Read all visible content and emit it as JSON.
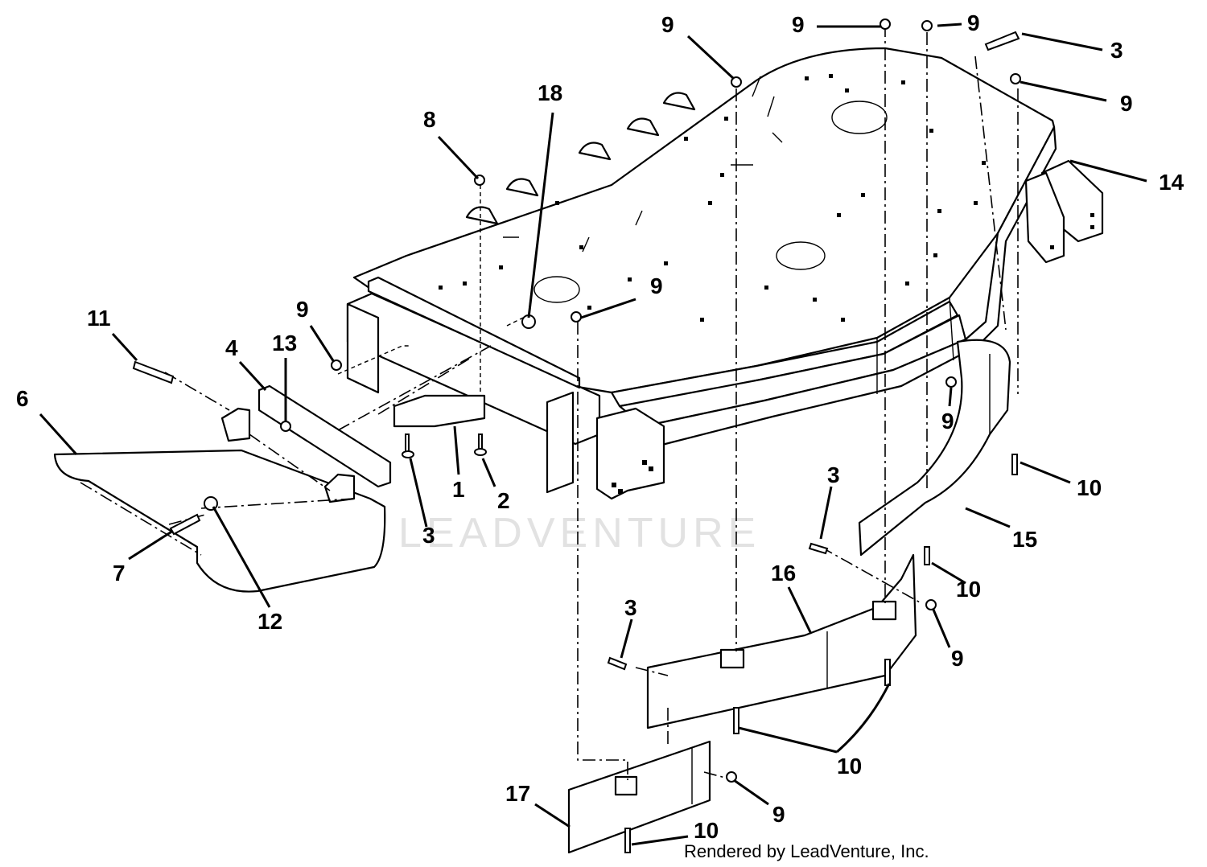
{
  "watermark": "LEADVENTURE",
  "credit": "Rendered by LeadVenture, Inc.",
  "callouts": [
    {
      "id": "c9a",
      "label": "9"
    },
    {
      "id": "c9b",
      "label": "9"
    },
    {
      "id": "c9c",
      "label": "9"
    },
    {
      "id": "c3a",
      "label": "3"
    },
    {
      "id": "c9d",
      "label": "9"
    },
    {
      "id": "c14",
      "label": "14"
    },
    {
      "id": "c18",
      "label": "18"
    },
    {
      "id": "c8",
      "label": "8"
    },
    {
      "id": "c9e",
      "label": "9"
    },
    {
      "id": "c9f",
      "label": "9"
    },
    {
      "id": "c11",
      "label": "11"
    },
    {
      "id": "c4",
      "label": "4"
    },
    {
      "id": "c13",
      "label": "13"
    },
    {
      "id": "c6",
      "label": "6"
    },
    {
      "id": "c1",
      "label": "1"
    },
    {
      "id": "c2",
      "label": "2"
    },
    {
      "id": "c3b",
      "label": "3"
    },
    {
      "id": "c7",
      "label": "7"
    },
    {
      "id": "c12",
      "label": "12"
    },
    {
      "id": "c9g",
      "label": "9"
    },
    {
      "id": "c10a",
      "label": "10"
    },
    {
      "id": "c3c",
      "label": "3"
    },
    {
      "id": "c15",
      "label": "15"
    },
    {
      "id": "c10b",
      "label": "10"
    },
    {
      "id": "c16",
      "label": "16"
    },
    {
      "id": "c3d",
      "label": "3"
    },
    {
      "id": "c9h",
      "label": "9"
    },
    {
      "id": "c10c",
      "label": "10"
    },
    {
      "id": "c17",
      "label": "17"
    },
    {
      "id": "c9i",
      "label": "9"
    },
    {
      "id": "c10d",
      "label": "10"
    }
  ]
}
